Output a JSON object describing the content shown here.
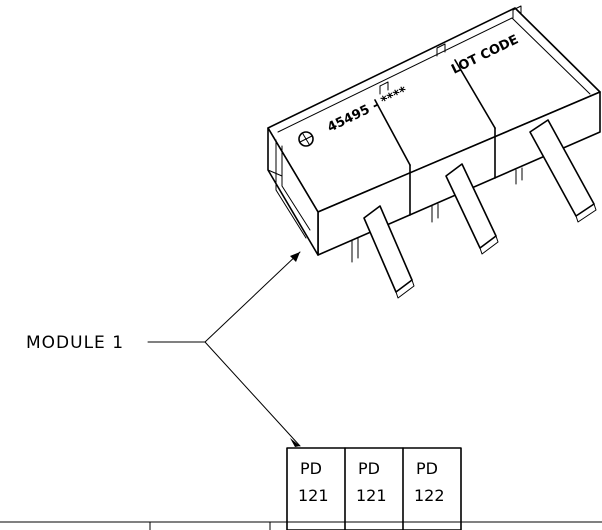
{
  "callout": {
    "label": "MODULE 1"
  },
  "module_marking": {
    "part_number": "45495 - ****",
    "lot_code": "LOT CODE"
  },
  "cells": [
    {
      "top": "PD",
      "bottom": "121"
    },
    {
      "top": "PD",
      "bottom": "121"
    },
    {
      "top": "PD",
      "bottom": "122"
    }
  ]
}
